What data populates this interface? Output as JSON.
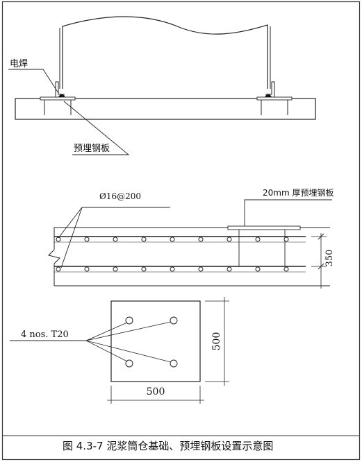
{
  "figure": {
    "top_view": {
      "weld_label": "电焊",
      "plate_label": "预埋钢板"
    },
    "section_view": {
      "rebar_label": "Ø16@200",
      "plate_label": "20mm 厚预埋钢板",
      "dimension": "350"
    },
    "plate_view": {
      "bolt_label": "4 nos. T20",
      "width_dim": "500",
      "height_dim": "500"
    },
    "caption": "图 4.3-7  泥浆筒仓基础、预埋钢板设置示意图"
  }
}
